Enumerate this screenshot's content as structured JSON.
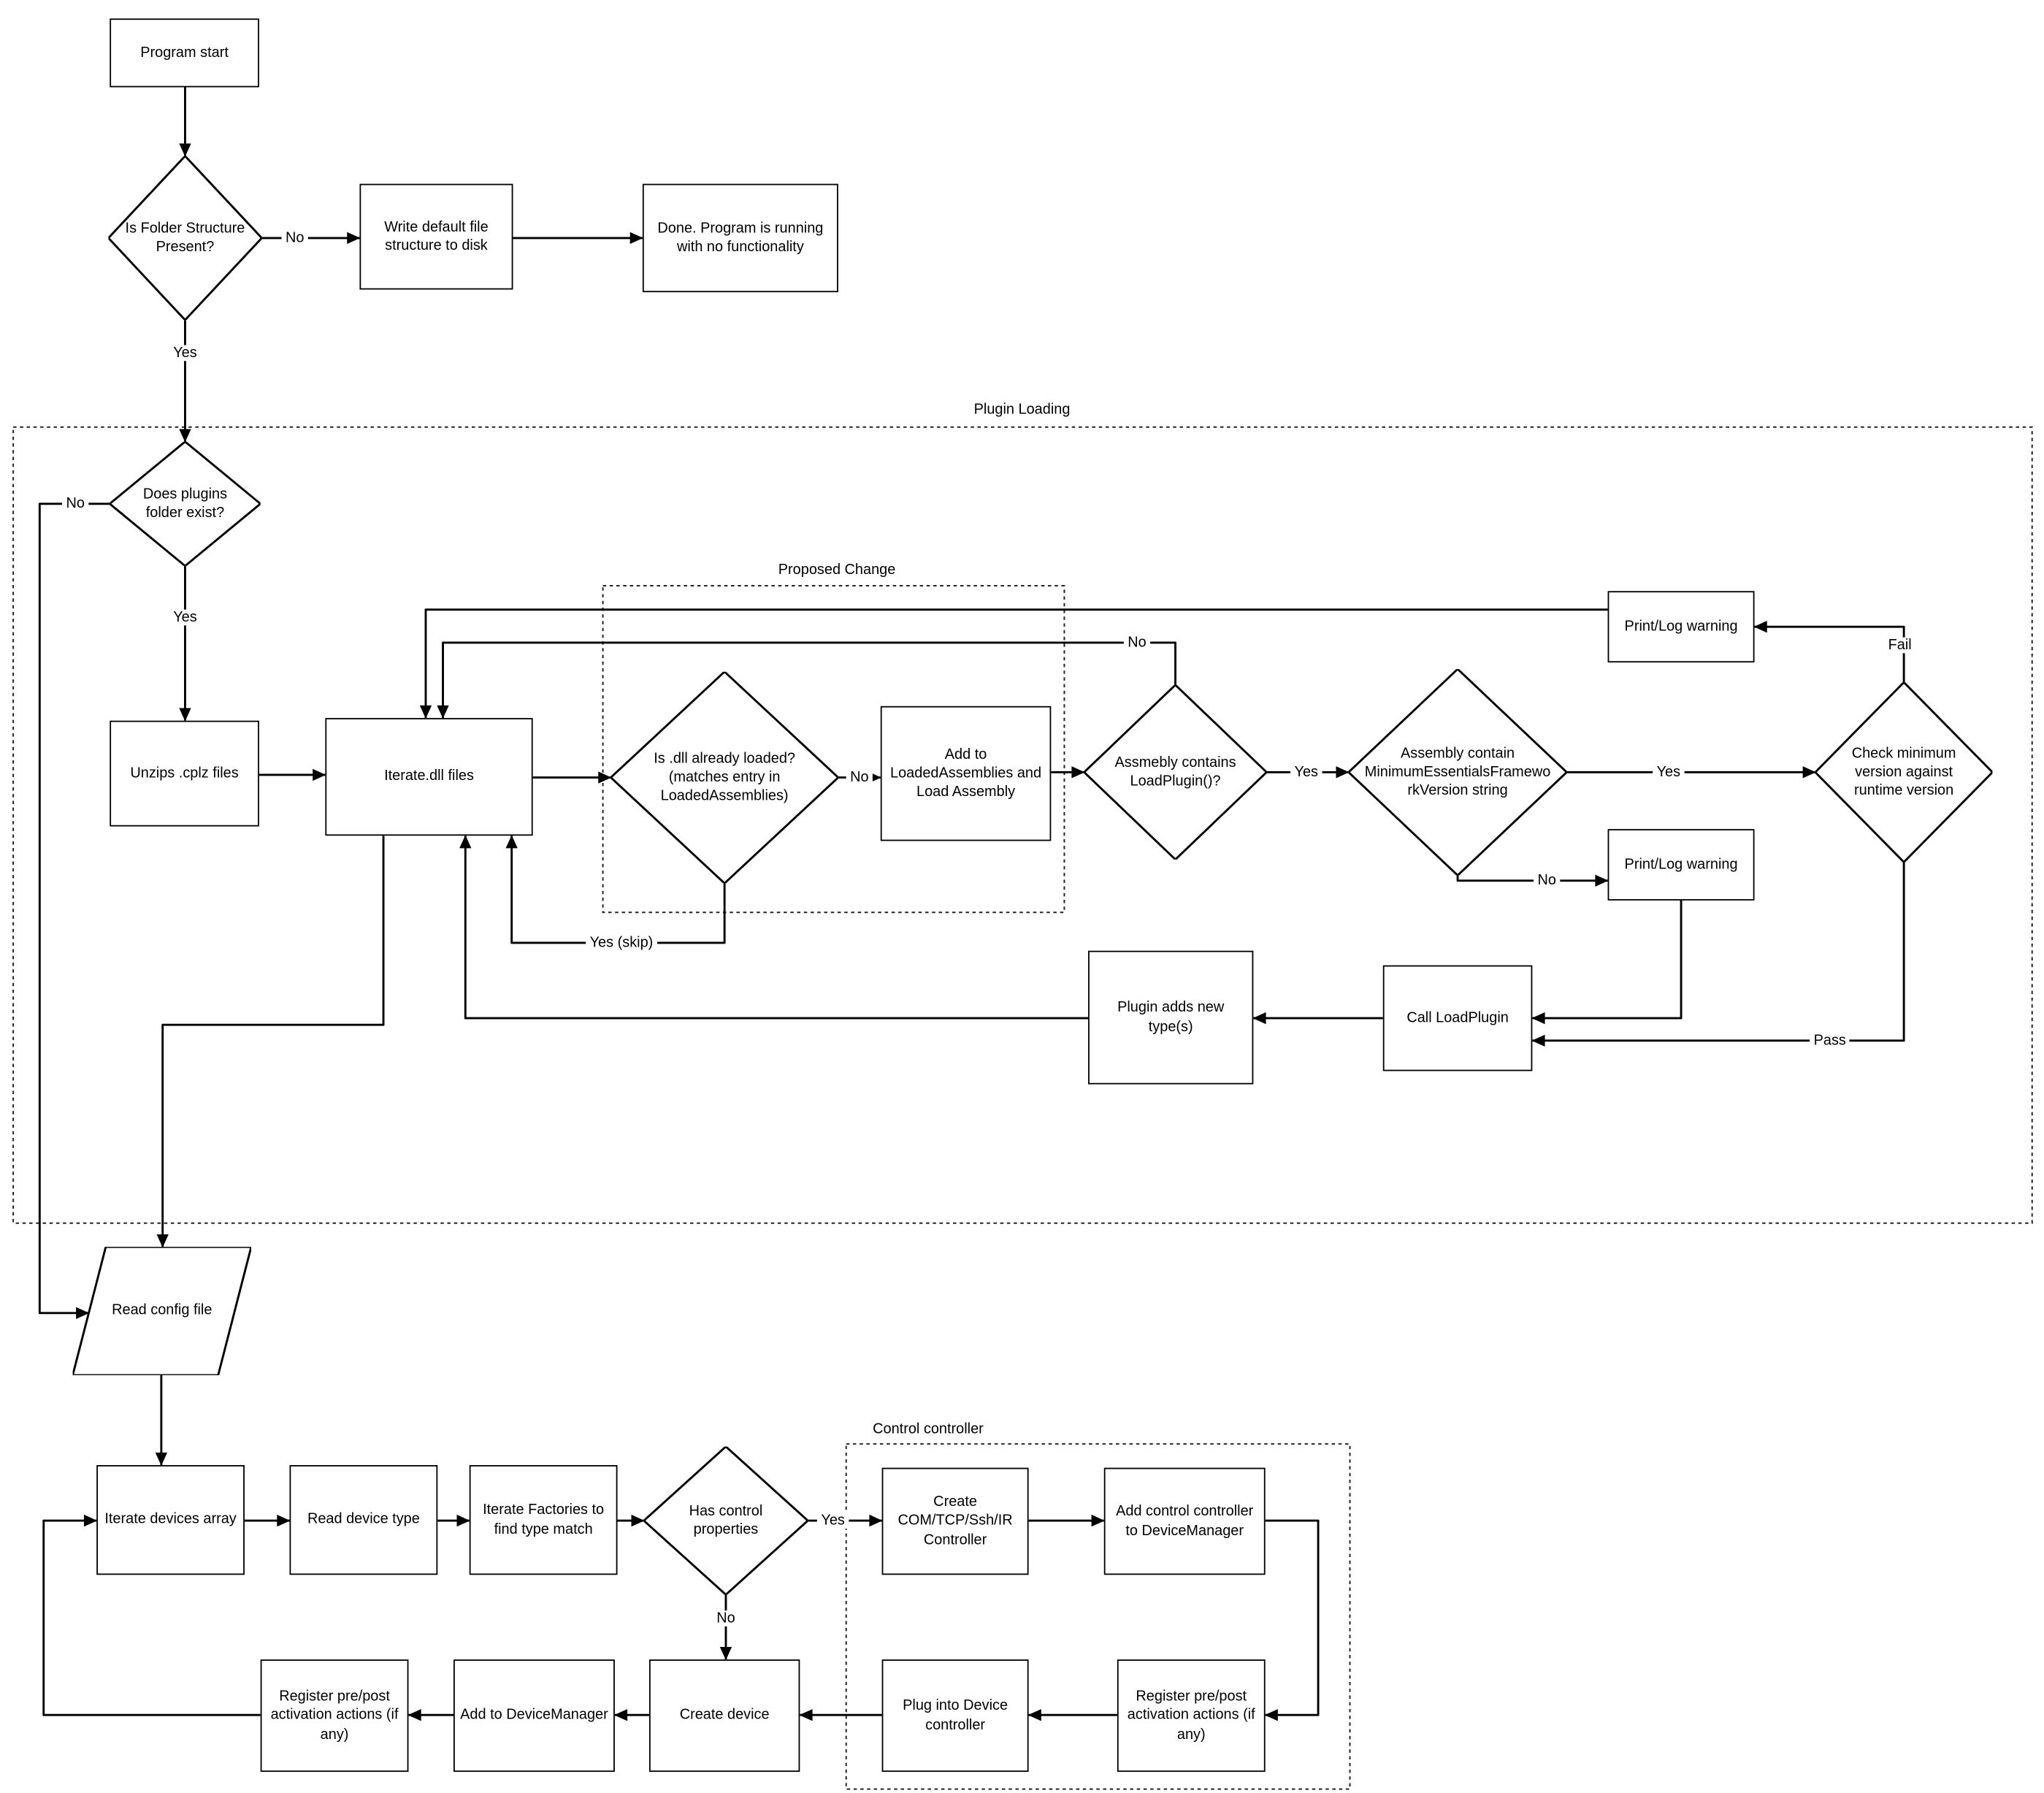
{
  "containers": {
    "plugin_loading": "Plugin Loading",
    "proposed_change": "Proposed Change",
    "control_controller": "Control controller"
  },
  "nodes": {
    "program_start": "Program start",
    "is_folder_structure": "Is Folder Structure Present?",
    "write_default_structure": "Write default file structure to disk",
    "done_no_functionality": "Done.  Program is running with no functionality",
    "does_plugins_folder_exist": "Does plugins folder exist?",
    "unzips_cplz_files": "Unzips .cplz files",
    "iterate_dll_files": "Iterate.dll files",
    "is_dll_already_loaded": "Is .dll already loaded? (matches entry in LoadedAssemblies)",
    "add_to_loaded_assemblies": "Add to LoadedAssemblies and Load Assembly",
    "assembly_contains_loadplugin": "Assmebly contains LoadPlugin()?",
    "assembly_contains_version_string": "Assembly contain MinimumEssentialsFrameworkVersion string",
    "check_minimum_version": "Check minimum version against runtime version",
    "print_log_warning_top": "Print/Log warning",
    "print_log_warning_mid": "Print/Log warning",
    "call_loadplugin": "Call LoadPlugin",
    "plugin_adds_new_types": "Plugin adds new type(s)",
    "read_config_file": "Read config file",
    "iterate_devices_array": "Iterate devices array",
    "read_device_type": "Read device type",
    "iterate_factories": "Iterate Factories to find type match",
    "has_control_properties": "Has control properties",
    "create_controller": "Create COM/TCP/Ssh/IR Controller",
    "add_control_controller": "Add control controller to DeviceManager",
    "register_pre_post_right": "Register pre/post activation actions (if any)",
    "plug_into_device_controller": "Plug into Device controller",
    "create_device": "Create device",
    "add_to_device_manager": "Add to DeviceManager",
    "register_pre_post_left": "Register pre/post activation actions (if any)"
  },
  "edge_labels": {
    "folder_no": "No",
    "folder_yes": "Yes",
    "plugins_no": "No",
    "plugins_yes": "Yes",
    "dll_no": "No",
    "dll_yes_skip": "Yes (skip)",
    "loadplugin_no": "No",
    "loadplugin_yes": "Yes",
    "version_yes": "Yes",
    "version_no": "No",
    "check_fail": "Fail",
    "check_pass": "Pass",
    "control_yes": "Yes",
    "control_no": "No"
  }
}
